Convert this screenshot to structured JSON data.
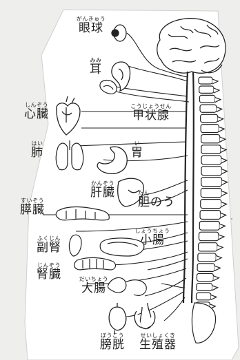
{
  "diagram": {
    "organs": [
      {
        "key": "eye",
        "kanji": "眼球",
        "reading": "がんきゅう"
      },
      {
        "key": "ear",
        "kanji": "耳",
        "reading": "みみ"
      },
      {
        "key": "heart",
        "kanji": "心臓",
        "reading": "しんぞう"
      },
      {
        "key": "thyroid",
        "kanji": "甲状腺",
        "reading": "こうじょうせん"
      },
      {
        "key": "lung",
        "kanji": "肺",
        "reading": "はい"
      },
      {
        "key": "stomach",
        "kanji": "胃",
        "reading": "い"
      },
      {
        "key": "liver",
        "kanji": "肝臓",
        "reading": "かんぞう"
      },
      {
        "key": "gallbladder",
        "kanji": "胆のう",
        "reading": "たん"
      },
      {
        "key": "pancreas",
        "kanji": "膵臓",
        "reading": "すいぞう"
      },
      {
        "key": "adrenal",
        "kanji": "副腎",
        "reading": "ふくじん"
      },
      {
        "key": "small_intestine",
        "kanji": "小腸",
        "reading": "しょうちょう"
      },
      {
        "key": "kidney",
        "kanji": "腎臓",
        "reading": "じんぞう"
      },
      {
        "key": "large_intestine",
        "kanji": "大腸",
        "reading": "だいちょう"
      },
      {
        "key": "bladder",
        "kanji": "膀胱",
        "reading": "ぼうこう"
      },
      {
        "key": "genitals",
        "kanji": "生殖器",
        "reading": "せいしょくき"
      }
    ]
  },
  "colors": {
    "ink": "#222222",
    "paper": "#ffffff",
    "background": "#eeeeec"
  }
}
